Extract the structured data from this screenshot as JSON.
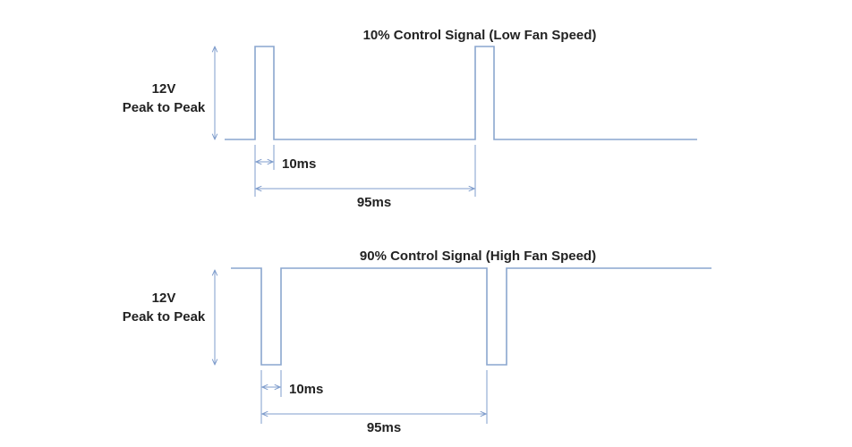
{
  "colors": {
    "signal": "#8aa6cf",
    "dimension": "#7f9dcc",
    "text": "#222222"
  },
  "top_panel": {
    "title": "10% Control Signal (Low Fan Speed)",
    "voltage_value": "12V",
    "voltage_caption": "Peak to Peak",
    "pulse_width_label": "10ms",
    "period_label": "95ms"
  },
  "bottom_panel": {
    "title": "90% Control Signal (High Fan Speed)",
    "voltage_value": "12V",
    "voltage_caption": "Peak to Peak",
    "pulse_width_label": "10ms",
    "period_label": "95ms"
  }
}
